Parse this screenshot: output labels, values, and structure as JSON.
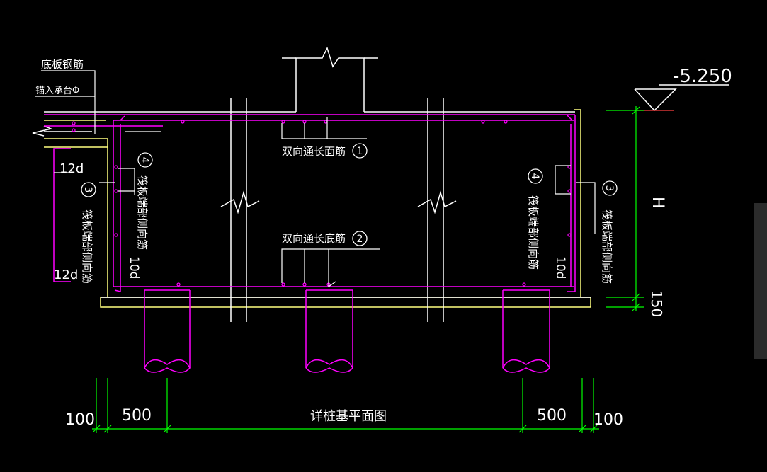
{
  "labels": {
    "bottom_rebar": "底板钢筋",
    "anchor_into_cap": "锚入承台Φ",
    "bidirectional_top": "双向通长面筋",
    "bidirectional_bottom": "双向通长底筋",
    "edge_side_rebar_3": "筏板端部侧向筋",
    "edge_side_rebar_4": "筏板端部侧向筋",
    "edge_side_rebar_4_right": "筏板端部侧向筋",
    "edge_side_rebar_3_right": "筏板端部侧向筋",
    "title": "详桩基平面图"
  },
  "markers": {
    "m1": "1",
    "m2": "2",
    "m3_left": "3",
    "m4_left": "4",
    "m4_right": "4",
    "m3_right": "3"
  },
  "dimensions": {
    "elevation": "-5.250",
    "height": "H",
    "base_150": "150",
    "hook_12d_top": "12d",
    "hook_12d_bottom": "12d",
    "hook_10d_left": "10d",
    "hook_10d_right": "10d",
    "dim_100_left": "100",
    "dim_500_left": "500",
    "dim_500_right": "500",
    "dim_100_right": "100"
  },
  "colors": {
    "background": "#000000",
    "slab_outline": "#ffffff",
    "rebar": "#ff00ff",
    "cushion": "#ffff80",
    "dimension": "#00ff00",
    "text": "#ffffff"
  }
}
